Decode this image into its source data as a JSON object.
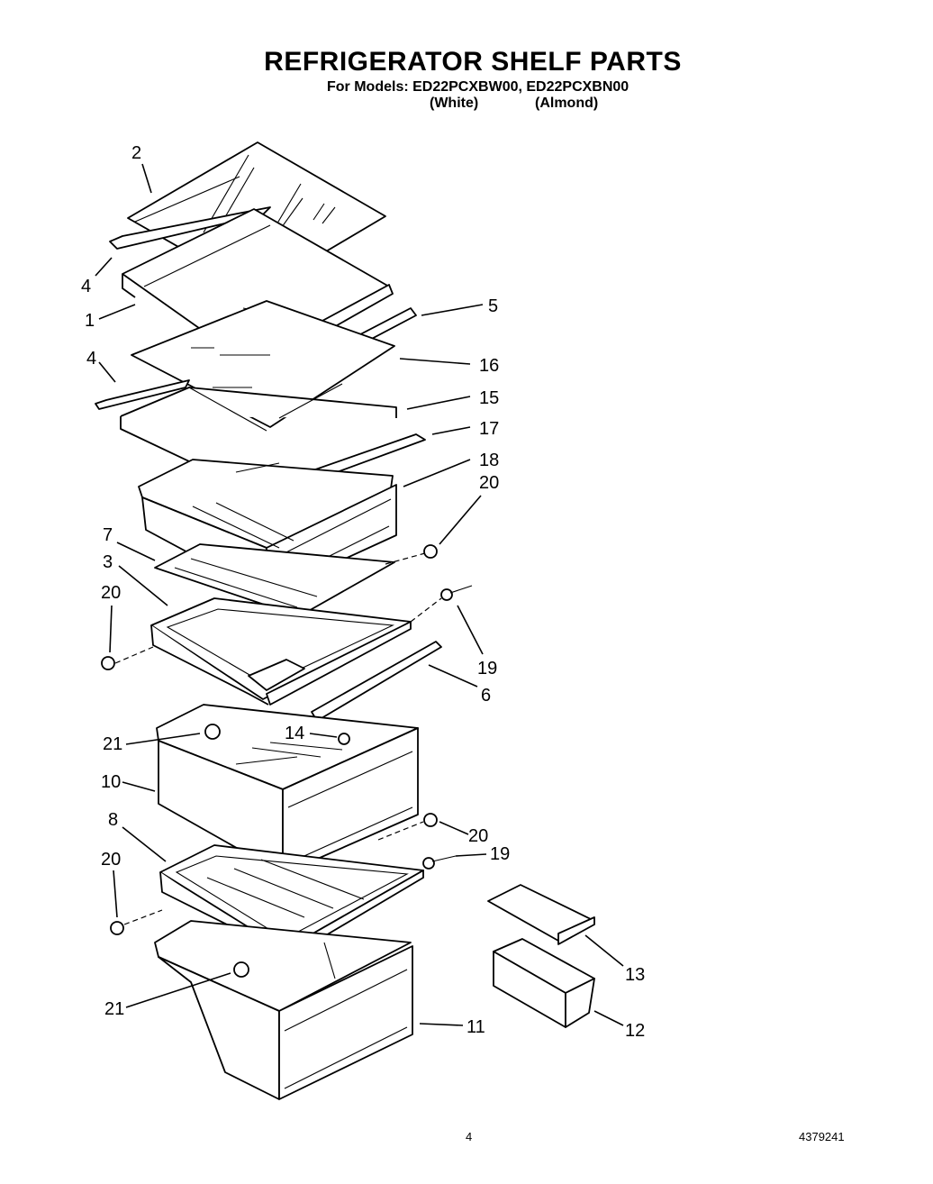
{
  "title": "REFRIGERATOR SHELF PARTS",
  "models_line": "For Models: ED22PCXBW00, ED22PCXBN00",
  "variant_white": "(White)",
  "variant_almond": "(Almond)",
  "page_number": "4",
  "document_number": "4379241",
  "callouts": {
    "p2": "2",
    "p4a": "4",
    "p1": "1",
    "p5": "5",
    "p4b": "4",
    "p16": "16",
    "p15": "15",
    "p17": "17",
    "p18": "18",
    "p20a": "20",
    "p7": "7",
    "p3": "3",
    "p20b": "20",
    "p19a": "19",
    "p6": "6",
    "p21a": "21",
    "p14": "14",
    "p10": "10",
    "p8": "8",
    "p20c": "20",
    "p19b": "19",
    "p20d": "20",
    "p13": "13",
    "p21b": "21",
    "p11": "11",
    "p12": "12"
  }
}
